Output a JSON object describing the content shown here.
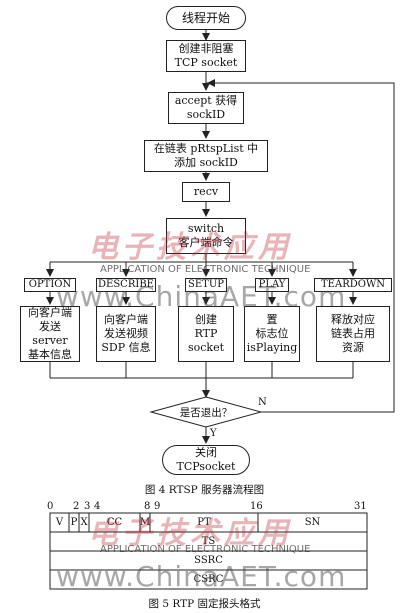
{
  "flowchart": {
    "start": "线程开始",
    "create_socket": "创建非阻塞\nTCP socket",
    "accept": "accept 获得\nsockID",
    "add_list": "在链表 pRtspList 中\n添加 sockID",
    "recv": "recv",
    "switch": "switch\n客户端命令",
    "commands": [
      "OPTION",
      "DESCRIBE",
      "SETUP",
      "PLAY",
      "TEARDOWN"
    ],
    "actions": [
      "向客户端\n发送 server\n基本信息",
      "向客户端\n发送视频\nSDP 信息",
      "创建\nRTP\nsocket",
      "置\n标志位\nisPlaying",
      "释放对应\n链表占用\n资源"
    ],
    "decision": "是否退出？",
    "no_label": "N",
    "yes_label": "Y",
    "end": "关闭\nTCPsocket",
    "caption": "图 4   RTSP 服务器流程图"
  },
  "header": {
    "bit_numbers": [
      "0",
      "2",
      "3",
      "4",
      "8",
      "9",
      "16",
      "31"
    ],
    "row1_fields": [
      "V",
      "P",
      "X",
      "CC",
      "M",
      "PT",
      "SN"
    ],
    "row2": "TS",
    "row3": "SSRC",
    "row4": "CSRC",
    "caption": "图 5   RTP 固定报头格式"
  },
  "watermark": {
    "cn": "电子技术应用",
    "en": "APPLICATION OF ELECTRONIC TECHNIQUE",
    "url": "www.ChinaAET.com"
  }
}
